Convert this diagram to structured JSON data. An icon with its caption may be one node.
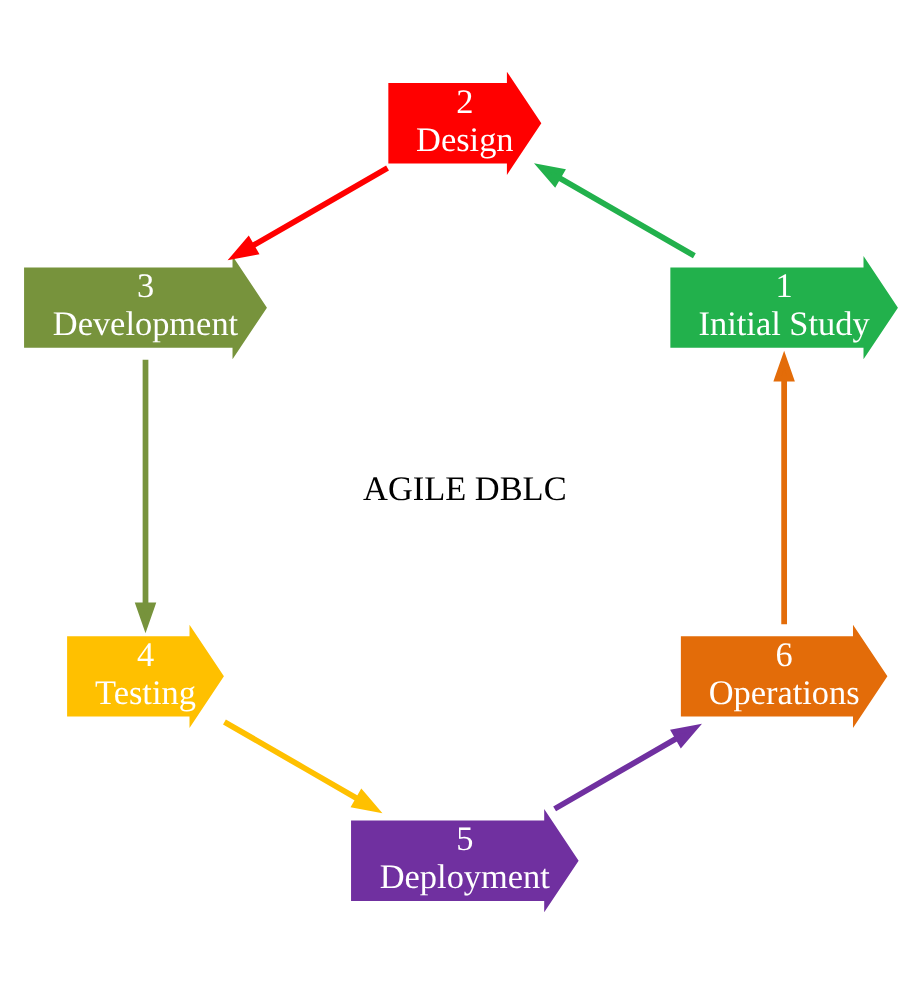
{
  "diagram": {
    "nodes": [
      {
        "text": [
          "1",
          "Initial Study"
        ]
      },
      {
        "text": [
          "2",
          "Design"
        ]
      },
      {
        "text": [
          "3",
          "Development"
        ]
      },
      {
        "text": [
          "4",
          "Testing"
        ]
      },
      {
        "text": [
          "5",
          "Deployment"
        ]
      },
      {
        "text": [
          "6",
          "Operations"
        ]
      },
      {
        "text": [
          "AGILE DBLC"
        ]
      }
    ],
    "edges": [
      {
        "from": 0,
        "to": 1,
        "arrow": "to",
        "color": "#22b14c"
      },
      {
        "from": 1,
        "to": 2,
        "arrow": "to",
        "color": "#ff0000"
      },
      {
        "from": 2,
        "to": 3,
        "arrow": "to",
        "color": "#77933c"
      },
      {
        "from": 3,
        "to": 4,
        "arrow": "to",
        "color": "#ffc000"
      },
      {
        "from": 4,
        "to": 5,
        "arrow": "to",
        "color": "#7030a0"
      },
      {
        "from": 5,
        "to": 0,
        "arrow": "to",
        "color": "#e36c09"
      }
    ]
  }
}
